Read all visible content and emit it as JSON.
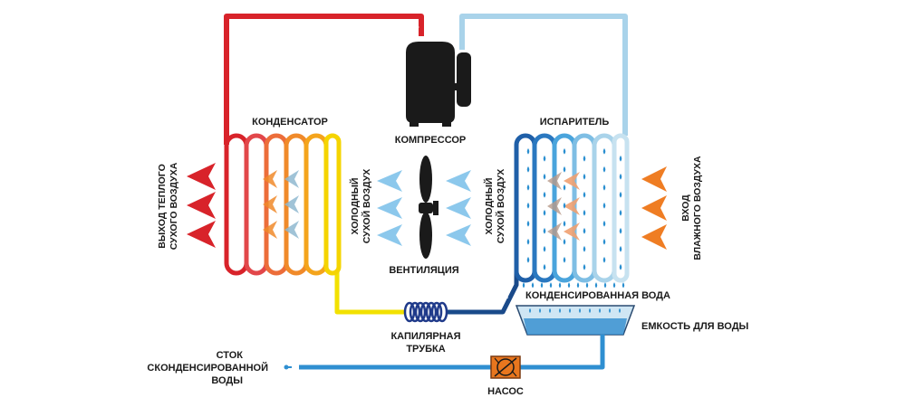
{
  "labels": {
    "condenser": "КОНДЕНСАТОР",
    "compressor": "КОМПРЕССОР",
    "evaporator": "ИСПАРИТЕЛЬ",
    "ventilation": "ВЕНТИЛЯЦИЯ",
    "cold_dry_air_line1": "ХОЛОДНЫЙ",
    "cold_dry_air_line2": "СУХОЙ ВОЗДУХ",
    "warm_exit_line1": "ВЫХОД ТЕПЛОГО",
    "warm_exit_line2": "СУХОГО ВОЗДУХА",
    "humid_inlet_line1": "ВХОД",
    "humid_inlet_line2": "ВЛАЖНОГО ВОЗДУХА",
    "condensed_water": "КОНДЕНСИРОВАННАЯ ВОДА",
    "water_tank": "ЕМКОСТЬ ДЛЯ ВОДЫ",
    "capillary_line1": "КАПИЛЯРНАЯ",
    "capillary_line2": "ТРУБКА",
    "drain_line1": "СТОК",
    "drain_line2": "СКОНДЕНСИРОВАННОЙ",
    "drain_line3": "ВОДЫ",
    "pump": "НАСОС"
  },
  "colors": {
    "hot_pipe": "#d8232a",
    "cold_pipe": "#a9d3ea",
    "liquid_pipe": "#f2e100",
    "evaporator_pipe": "#1f78b8",
    "drain_pipe": "#2f8fd1",
    "warm_arrow": "#d8232a",
    "cool_arrow": "#8cc8ec",
    "inlet_arrow": "#ef7d23",
    "pump_body": "#e8761e",
    "coil": "#1f3a8a",
    "compressor": "#1a1a1a",
    "water_drop": "#2a8fd0"
  }
}
